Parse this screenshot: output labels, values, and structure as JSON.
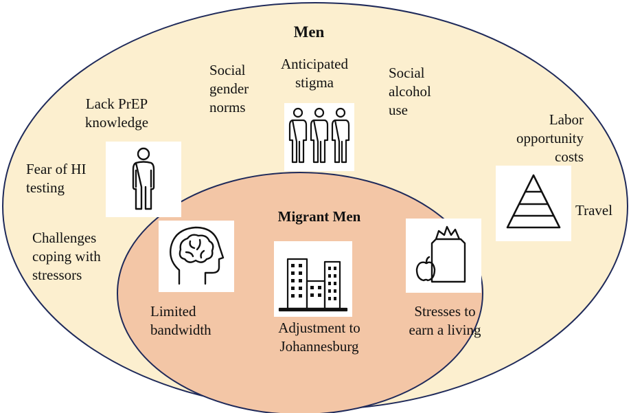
{
  "colors": {
    "outer_fill": "#fcefcf",
    "outer_stroke": "#1f2a5a",
    "inner_fill": "#f3c6a6",
    "inner_stroke": "#1f2a5a",
    "text": "#111111"
  },
  "outer": {
    "title": "Men",
    "factors": {
      "social_gender_norms": "Social\ngender\nnorms",
      "anticipated_stigma": "Anticipated\nstigma",
      "social_alcohol_use": "Social\nalcohol\nuse",
      "lack_prep_knowledge": "Lack PrEP\nknowledge",
      "fear_hiv_testing": "Fear of HI\ntesting",
      "challenges_coping": "Challenges\ncoping with\nstressors",
      "labor_opportunity_costs": "Labor\nopportunity\ncosts",
      "travel": "Travel"
    }
  },
  "inner": {
    "title": "Migrant Men",
    "factors": {
      "limited_bandwidth": "Limited\nbandwidth",
      "adjustment_johannesburg": "Adjustment to\nJohannesburg",
      "stresses_earn_living": "Stresses to\nearn a living"
    }
  },
  "icons": [
    "person-icon",
    "group-icon",
    "pyramid-icon",
    "brain-head-icon",
    "city-buildings-icon",
    "grocery-bag-icon"
  ]
}
